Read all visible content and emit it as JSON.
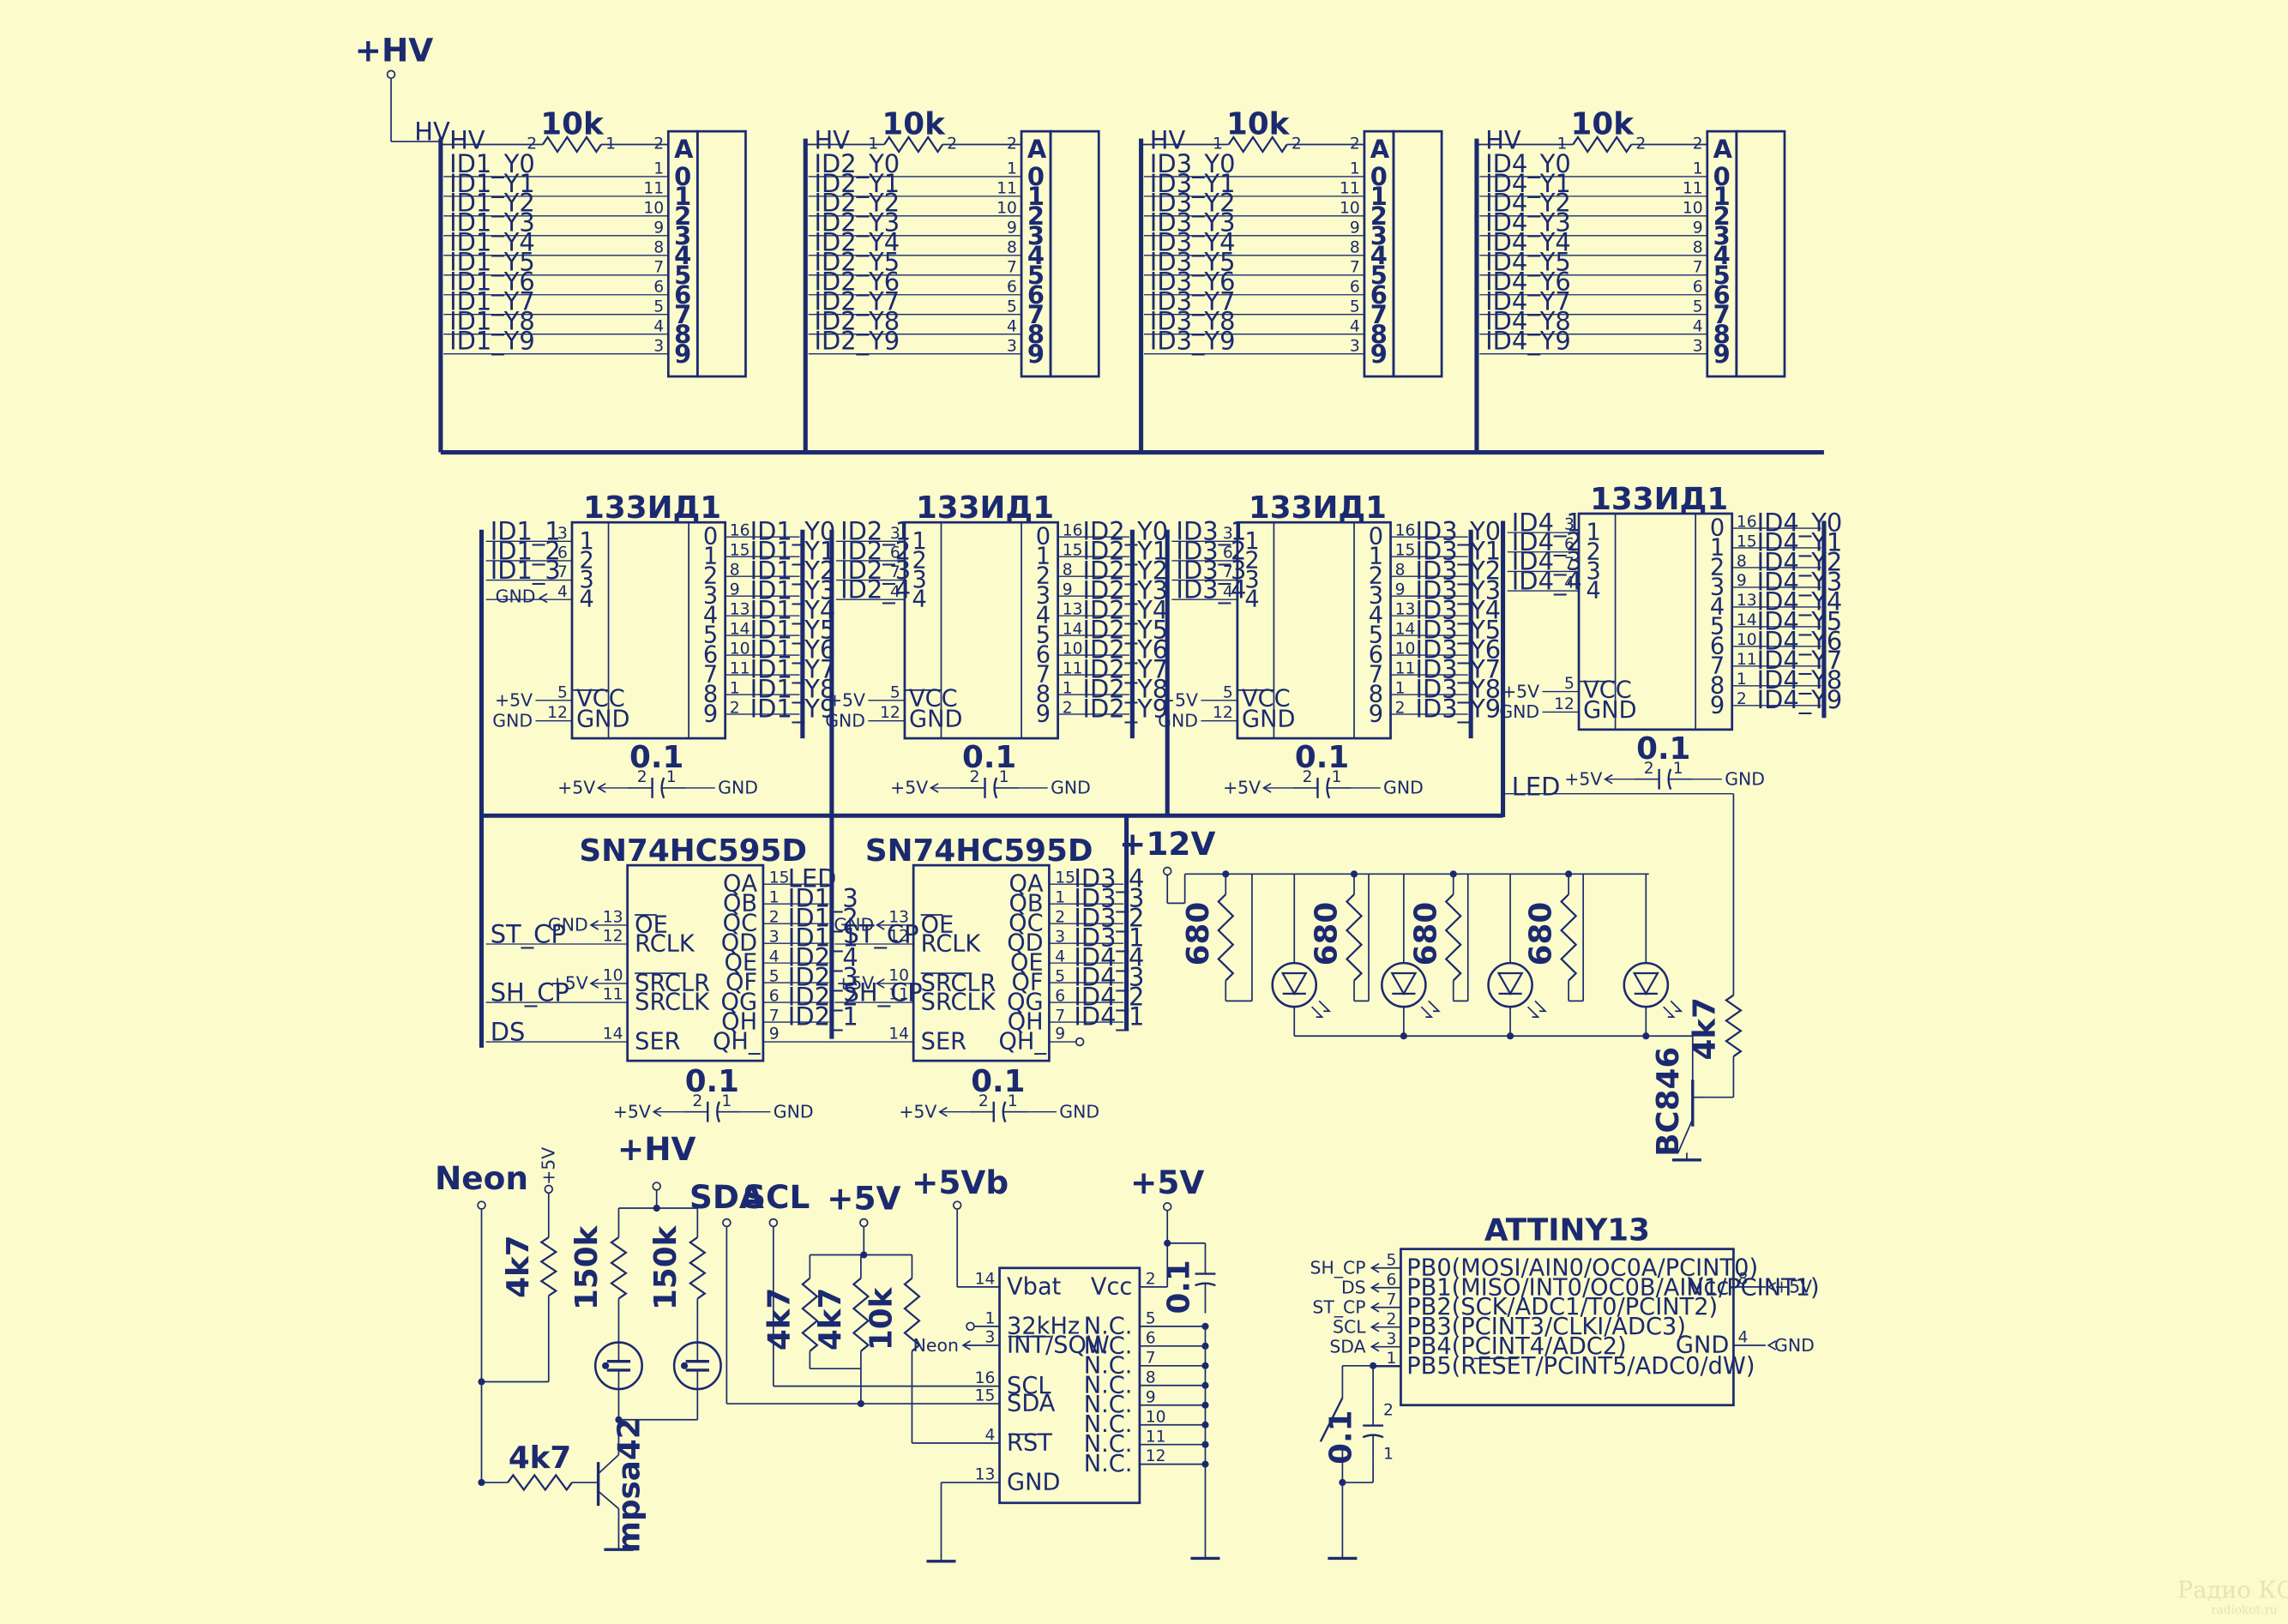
{
  "nixie_blocks": [
    {
      "hv": "HV",
      "resistor": "10k",
      "pin_a_left": "2",
      "pin_a_right": "1",
      "pin_anode": "2",
      "signals": [
        "ID1_Y0",
        "ID1_Y1",
        "ID1_Y2",
        "ID1_Y3",
        "ID1_Y4",
        "ID1_Y5",
        "ID1_Y6",
        "ID1_Y7",
        "ID1_Y8",
        "ID1_Y9"
      ]
    },
    {
      "hv": "HV",
      "resistor": "10k",
      "pin_a_left": "1",
      "pin_a_right": "2",
      "pin_anode": "2",
      "signals": [
        "ID2_Y0",
        "ID2_Y1",
        "ID2_Y2",
        "ID2_Y3",
        "ID2_Y4",
        "ID2_Y5",
        "ID2_Y6",
        "ID2_Y7",
        "ID2_Y8",
        "ID2_Y9"
      ]
    },
    {
      "hv": "HV",
      "resistor": "10k",
      "pin_a_left": "1",
      "pin_a_right": "2",
      "pin_anode": "2",
      "signals": [
        "ID3_Y0",
        "ID3_Y1",
        "ID3_Y2",
        "ID3_Y3",
        "ID3_Y4",
        "ID3_Y5",
        "ID3_Y6",
        "ID3_Y7",
        "ID3_Y8",
        "ID3_Y9"
      ]
    },
    {
      "hv": "HV",
      "resistor": "10k",
      "pin_a_left": "1",
      "pin_a_right": "2",
      "pin_anode": "2",
      "signals": [
        "ID4_Y0",
        "ID4_Y1",
        "ID4_Y2",
        "ID4_Y3",
        "ID4_Y4",
        "ID4_Y5",
        "ID4_Y6",
        "ID4_Y7",
        "ID4_Y8",
        "ID4_Y9"
      ]
    }
  ],
  "nixie_pin_numbers": [
    "1",
    "11",
    "10",
    "9",
    "8",
    "7",
    "6",
    "5",
    "4",
    "3"
  ],
  "nixie_digits": [
    "A",
    "0",
    "1",
    "2",
    "3",
    "4",
    "5",
    "6",
    "7",
    "8",
    "9"
  ],
  "hv_supply": {
    "label": "+HV",
    "net": "HV"
  },
  "decoders": [
    {
      "name": "133ИД1",
      "inputs": [
        "ID1_1",
        "ID1_2",
        "ID1_3"
      ],
      "outputs": [
        "ID1_Y0",
        "ID1_Y1",
        "ID1_Y2",
        "ID1_Y3",
        "ID1_Y4",
        "ID1_Y5",
        "ID1_Y6",
        "ID1_Y7",
        "ID1_Y8",
        "ID1_Y9"
      ]
    },
    {
      "name": "133ИД1",
      "inputs": [
        "ID2_1",
        "ID2_2",
        "ID2_3",
        "ID2_4"
      ],
      "outputs": [
        "ID2_Y0",
        "ID2_Y1",
        "ID2_Y2",
        "ID2_Y3",
        "ID2_Y4",
        "ID2_Y5",
        "ID2_Y6",
        "ID2_Y7",
        "ID2_Y8",
        "ID2_Y9"
      ]
    },
    {
      "name": "133ИД1",
      "inputs": [
        "ID3_1",
        "ID3_2",
        "ID3_3",
        "ID3_4"
      ],
      "outputs": [
        "ID3_Y0",
        "ID3_Y1",
        "ID3_Y2",
        "ID3_Y3",
        "ID3_Y4",
        "ID3_Y5",
        "ID3_Y6",
        "ID3_Y7",
        "ID3_Y8",
        "ID3_Y9"
      ]
    },
    {
      "name": "133ИД1",
      "inputs": [
        "ID4_1",
        "ID4_2",
        "ID4_3",
        "ID4_4"
      ],
      "outputs": [
        "ID4_Y0",
        "ID4_Y1",
        "ID4_Y2",
        "ID4_Y3",
        "ID4_Y4",
        "ID4_Y5",
        "ID4_Y6",
        "ID4_Y7",
        "ID4_Y8",
        "ID4_Y9"
      ]
    }
  ],
  "decoder_in_pins": [
    "3",
    "6",
    "7",
    "4"
  ],
  "decoder_in_labels": [
    "1",
    "2",
    "3",
    "4"
  ],
  "decoder_out_pins": [
    "16",
    "15",
    "8",
    "9",
    "13",
    "14",
    "10",
    "11",
    "1",
    "2"
  ],
  "decoder_out_labels": [
    "0",
    "1",
    "2",
    "3",
    "4",
    "5",
    "6",
    "7",
    "8",
    "9"
  ],
  "decoder_gnd_label": "GND",
  "decoder_vcc": {
    "net": "+5V",
    "pin": "5",
    "label": "VCC"
  },
  "decoder_gnd": {
    "net": "GND",
    "pin": "12",
    "label": "GND"
  },
  "decoupling_cap": {
    "value": "0.1",
    "left_net": "+5V",
    "right_net": "GND",
    "pin_left": "2",
    "pin_right": "1"
  },
  "shift_registers": [
    {
      "name": "SN74HC595D",
      "outputs": [
        "LED",
        "ID1_3",
        "ID1_2",
        "ID1_1",
        "ID2_4",
        "ID2_3",
        "ID2_2",
        "ID2_1"
      ],
      "out_pins": [
        "15",
        "1",
        "2",
        "3",
        "4",
        "5",
        "6",
        "7"
      ]
    },
    {
      "name": "SN74HC595D",
      "outputs": [
        "ID3_4",
        "ID3_3",
        "ID3_2",
        "ID3_1",
        "ID4_4",
        "ID4_3",
        "ID4_2",
        "ID4_1"
      ],
      "out_pins": [
        "15",
        "1",
        "2",
        "3",
        "4",
        "5",
        "6",
        "7"
      ]
    }
  ],
  "sr_out_labels": [
    "QA",
    "QB",
    "QC",
    "QD",
    "QE",
    "QF",
    "QG",
    "QH"
  ],
  "sr_in_labels": [
    "OE",
    "RCLK",
    "SRCLR",
    "SRCLK",
    "SER"
  ],
  "sr_in_pins": [
    "13",
    "12",
    "10",
    "11",
    "14"
  ],
  "sr_qh_label": "QH_",
  "sr_qh_pin": "9",
  "sr_nets": {
    "st_cp": "ST_CP",
    "sh_cp": "SH_CP",
    "ds": "DS",
    "gnd": "GND",
    "vcc": "+5V"
  },
  "led_section": {
    "supply": "+12V",
    "resistor_value": "680",
    "net": "LED",
    "base_resistor": "4k7",
    "transistor": "BC846"
  },
  "neon_section": {
    "label": "Neon",
    "supply_hv": "+HV",
    "supply_5v": "+5V",
    "pullup": "4k7",
    "r_lamp": "150k",
    "base_resistor": "4k7",
    "transistor": "mpsa42"
  },
  "rtc_section": {
    "sda": "SDA",
    "scl": "SCL",
    "supply": "+5V",
    "supply_bat": "+5Vb",
    "resistors": [
      "4k7",
      "4k7",
      "10k"
    ],
    "cap": "0.1",
    "left_pins": [
      {
        "pin": "14",
        "label": "Vbat"
      },
      {
        "pin": "1",
        "label": "32kHz"
      },
      {
        "pin": "3",
        "label": "INT/SQW"
      },
      {
        "pin": "16",
        "label": "SCL"
      },
      {
        "pin": "15",
        "label": "SDA"
      },
      {
        "pin": "4",
        "label": "RST"
      },
      {
        "pin": "13",
        "label": "GND"
      }
    ],
    "right_pins": [
      {
        "pin": "2",
        "label": "Vcc"
      },
      {
        "pin": "5",
        "label": "N.C."
      },
      {
        "pin": "6",
        "label": "N.C."
      },
      {
        "pin": "7",
        "label": "N.C."
      },
      {
        "pin": "8",
        "label": "N.C."
      },
      {
        "pin": "9",
        "label": "N.C."
      },
      {
        "pin": "10",
        "label": "N.C."
      },
      {
        "pin": "11",
        "label": "N.C."
      },
      {
        "pin": "12",
        "label": "N.C."
      }
    ],
    "int_net": "Neon"
  },
  "mcu": {
    "name": "ATTINY13",
    "pins_left": [
      {
        "net": "SH_CP",
        "pin": "5",
        "label": "PB0(MOSI/AIN0/OC0A/PCINT0)"
      },
      {
        "net": "DS",
        "pin": "6",
        "label": "PB1(MISO/INT0/OC0B/AIN1/PCINT1)"
      },
      {
        "net": "ST_CP",
        "pin": "7",
        "label": "PB2(SCK/ADC1/T0/PCINT2)"
      },
      {
        "net": "SCL",
        "pin": "2",
        "label": "PB3(PCINT3/CLKI/ADC3)"
      },
      {
        "net": "SDA",
        "pin": "3",
        "label": "PB4(PCINT4/ADC2)"
      },
      {
        "net": "",
        "pin": "1",
        "label": "PB5(RESET/PCINT5/ADC0/dW)"
      }
    ],
    "pins_right": [
      {
        "pin": "8",
        "label": "Vcc",
        "net": "+5V"
      },
      {
        "pin": "4",
        "label": "GND",
        "net": "GND"
      }
    ],
    "reset_cap": "0.1",
    "reset_cap_pins": [
      "1",
      "2"
    ]
  },
  "watermark": {
    "line1": "Радио КОТ",
    "line2": "radiokot.ru"
  }
}
